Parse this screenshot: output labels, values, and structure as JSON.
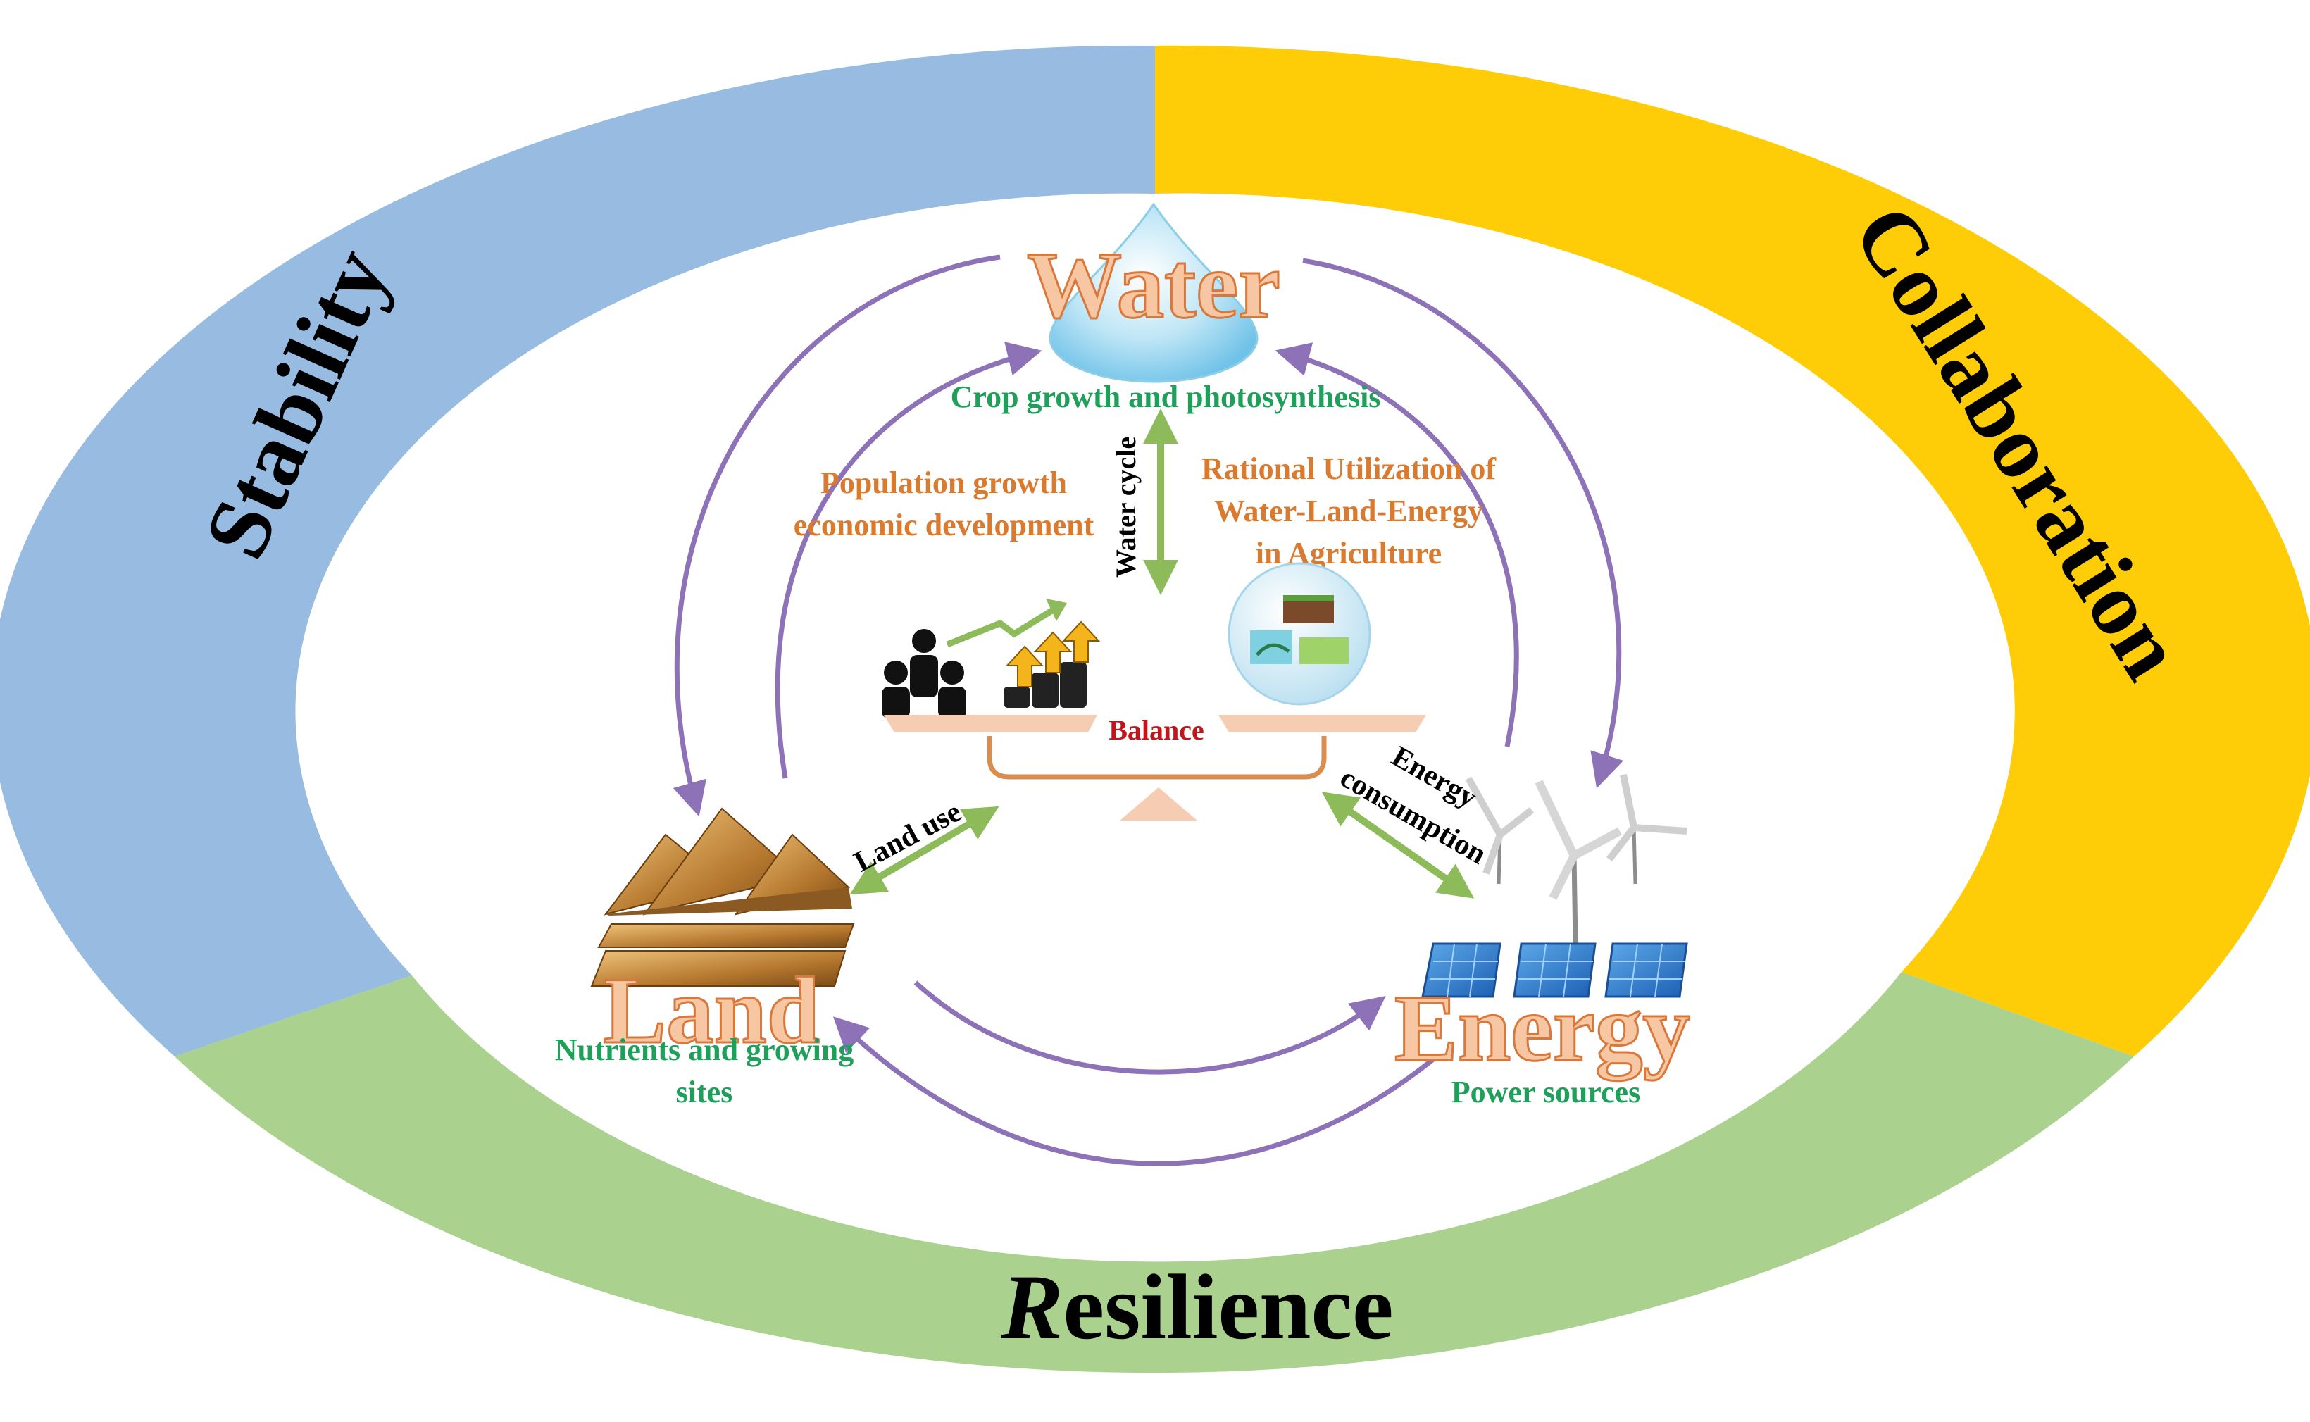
{
  "ring": {
    "stability": "Stability",
    "collaboration": "Collaboration",
    "resilience_initial": "R",
    "resilience_rest": "esilience",
    "colors": {
      "stability": "#98BBE2",
      "collaboration": "#FFCC08",
      "resilience": "#AAD28E"
    }
  },
  "nodes": {
    "water": {
      "title": "Water",
      "role": "Crop growth and photosynthesis"
    },
    "land": {
      "title": "Land",
      "role_line1": "Nutrients and growing",
      "role_line2": "sites"
    },
    "energy": {
      "title": "Energy",
      "role": "Power sources"
    }
  },
  "links": {
    "water_cycle": "Water cycle",
    "land_use": "Land use",
    "energy_line1": "Energy",
    "energy_line2": "consumption"
  },
  "center": {
    "pressure_line1": "Population growth",
    "pressure_line2": "economic development",
    "rational_line1": "Rational Utilization of",
    "rational_line2": "Water-Land-Energy",
    "rational_line3": "in Agriculture",
    "balance": "Balance"
  },
  "colors": {
    "title_fill": "#F6C7A2",
    "title_stroke": "#D9783A",
    "role_text": "#1FA05A",
    "orange_text": "#D97A2E",
    "balance_text": "#C0161C",
    "arc": "#8E72B8",
    "double_arrow": "#8DBB5A"
  }
}
